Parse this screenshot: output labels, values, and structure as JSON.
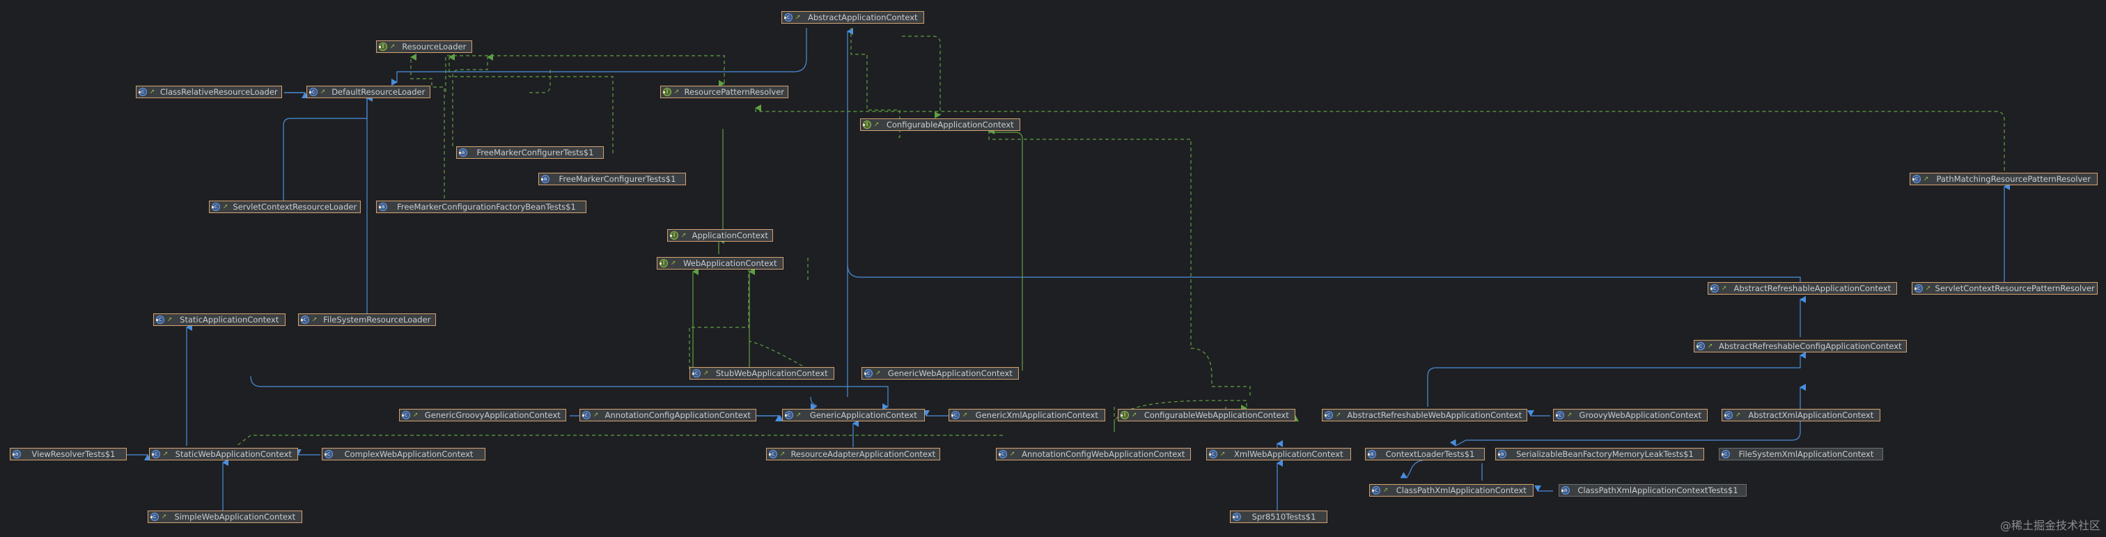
{
  "colors": {
    "background": "#1e1f22",
    "node_fill": "#3c3f41",
    "node_border": "#d4a373",
    "extends_edge": "#4a8fe0",
    "implements_edge": "#5fa044",
    "text": "#c9ccd1"
  },
  "nodes": [
    {
      "id": "AbstractApplicationContext",
      "label": "AbstractApplicationContext",
      "kind": "class"
    },
    {
      "id": "ResourceLoader",
      "label": "ResourceLoader",
      "kind": "iface"
    },
    {
      "id": "ClassRelativeResourceLoader",
      "label": "ClassRelativeResourceLoader",
      "kind": "class"
    },
    {
      "id": "DefaultResourceLoader",
      "label": "DefaultResourceLoader",
      "kind": "class"
    },
    {
      "id": "ResourcePatternResolver",
      "label": "ResourcePatternResolver",
      "kind": "iface"
    },
    {
      "id": "ConfigurableApplicationContext",
      "label": "ConfigurableApplicationContext",
      "kind": "iface"
    },
    {
      "id": "FreeMarkerConfigurerTests1a",
      "label": "FreeMarkerConfigurerTests$1",
      "kind": "anon"
    },
    {
      "id": "FreeMarkerConfigurerTests1b",
      "label": "FreeMarkerConfigurerTests$1",
      "kind": "anon"
    },
    {
      "id": "PathMatchingResourcePatternResolver",
      "label": "PathMatchingResourcePatternResolver",
      "kind": "class"
    },
    {
      "id": "ServletContextResourceLoader",
      "label": "ServletContextResourceLoader",
      "kind": "class"
    },
    {
      "id": "FreeMarkerConfigurationFactoryBeanTests1",
      "label": "FreeMarkerConfigurationFactoryBeanTests$1",
      "kind": "anon"
    },
    {
      "id": "ApplicationContext",
      "label": "ApplicationContext",
      "kind": "iface"
    },
    {
      "id": "WebApplicationContext",
      "label": "WebApplicationContext",
      "kind": "iface"
    },
    {
      "id": "AbstractRefreshableApplicationContext",
      "label": "AbstractRefreshableApplicationContext",
      "kind": "class"
    },
    {
      "id": "ServletContextResourcePatternResolver",
      "label": "ServletContextResourcePatternResolver",
      "kind": "class"
    },
    {
      "id": "StaticApplicationContext",
      "label": "StaticApplicationContext",
      "kind": "class"
    },
    {
      "id": "FileSystemResourceLoader",
      "label": "FileSystemResourceLoader",
      "kind": "class"
    },
    {
      "id": "AbstractRefreshableConfigApplicationContext",
      "label": "AbstractRefreshableConfigApplicationContext",
      "kind": "class"
    },
    {
      "id": "StubWebApplicationContext",
      "label": "StubWebApplicationContext",
      "kind": "class"
    },
    {
      "id": "GenericWebApplicationContext",
      "label": "GenericWebApplicationContext",
      "kind": "class"
    },
    {
      "id": "GenericGroovyApplicationContext",
      "label": "GenericGroovyApplicationContext",
      "kind": "class"
    },
    {
      "id": "AnnotationConfigApplicationContext",
      "label": "AnnotationConfigApplicationContext",
      "kind": "class"
    },
    {
      "id": "GenericApplicationContext",
      "label": "GenericApplicationContext",
      "kind": "class"
    },
    {
      "id": "GenericXmlApplicationContext",
      "label": "GenericXmlApplicationContext",
      "kind": "class"
    },
    {
      "id": "ConfigurableWebApplicationContext",
      "label": "ConfigurableWebApplicationContext",
      "kind": "iface"
    },
    {
      "id": "AbstractRefreshableWebApplicationContext",
      "label": "AbstractRefreshableWebApplicationContext",
      "kind": "class"
    },
    {
      "id": "GroovyWebApplicationContext",
      "label": "GroovyWebApplicationContext",
      "kind": "class"
    },
    {
      "id": "AbstractXmlApplicationContext",
      "label": "AbstractXmlApplicationContext",
      "kind": "class"
    },
    {
      "id": "ViewResolverTests1",
      "label": "ViewResolverTests$1",
      "kind": "anon"
    },
    {
      "id": "StaticWebApplicationContext",
      "label": "StaticWebApplicationContext",
      "kind": "class"
    },
    {
      "id": "ComplexWebApplicationContext",
      "label": "ComplexWebApplicationContext",
      "kind": "class"
    },
    {
      "id": "ResourceAdapterApplicationContext",
      "label": "ResourceAdapterApplicationContext",
      "kind": "class"
    },
    {
      "id": "AnnotationConfigWebApplicationContext",
      "label": "AnnotationConfigWebApplicationContext",
      "kind": "class"
    },
    {
      "id": "XmlWebApplicationContext",
      "label": "XmlWebApplicationContext",
      "kind": "class"
    },
    {
      "id": "ContextLoaderTests1",
      "label": "ContextLoaderTests$1",
      "kind": "anon"
    },
    {
      "id": "SerializableBeanFactoryMemoryLeakTests1",
      "label": "SerializableBeanFactoryMemoryLeakTests$1",
      "kind": "anon"
    },
    {
      "id": "FileSystemXmlApplicationContext",
      "label": "FileSystemXmlApplicationContext",
      "kind": "class"
    },
    {
      "id": "ClassPathXmlApplicationContext",
      "label": "ClassPathXmlApplicationContext",
      "kind": "class"
    },
    {
      "id": "ClassPathXmlApplicationContextTests1",
      "label": "ClassPathXmlApplicationContextTests$1",
      "kind": "anon"
    },
    {
      "id": "SimpleWebApplicationContext",
      "label": "SimpleWebApplicationContext",
      "kind": "class"
    },
    {
      "id": "Spr8510Tests1",
      "label": "Spr8510Tests$1",
      "kind": "anon"
    }
  ],
  "watermark": "@稀土掘金技术社区"
}
